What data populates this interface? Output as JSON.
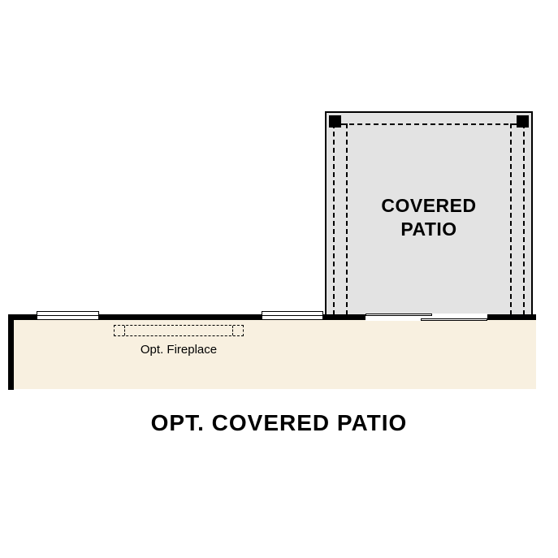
{
  "colors": {
    "background": "#ffffff",
    "wall": "#000000",
    "patio-fill": "#e3e3e3",
    "interior-fill": "#f8f0e0"
  },
  "patio": {
    "label_line1": "COVERED",
    "label_line2": "PATIO"
  },
  "fireplace": {
    "label": "Opt. Fireplace"
  },
  "title": "OPT. COVERED PATIO"
}
